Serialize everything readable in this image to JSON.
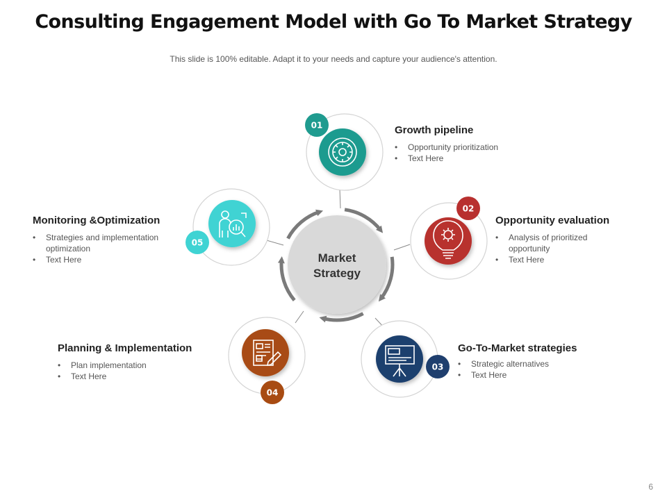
{
  "title": "Consulting Engagement Model with Go To Market Strategy",
  "subtitle": "This slide is 100% editable. Adapt it to your needs and capture your audience's attention.",
  "page_number": "6",
  "center": {
    "line1": "Market",
    "line2": "Strategy",
    "color": "#d9d9d9"
  },
  "steps": [
    {
      "number": "01",
      "heading": "Growth pipeline",
      "bullets": [
        "Opportunity prioritization",
        "Text Here"
      ],
      "color": "#1f9b8f",
      "icon": "gear-ring-icon"
    },
    {
      "number": "02",
      "heading": "Opportunity evaluation",
      "bullets": [
        "Analysis of prioritized opportunity",
        "Text Here"
      ],
      "color": "#b8302f",
      "icon": "lightbulb-gear-icon"
    },
    {
      "number": "03",
      "heading": "Go-To-Market strategies",
      "bullets": [
        "Strategic alternatives",
        "Text Here"
      ],
      "color": "#1f3f6e",
      "icon": "presentation-board-icon"
    },
    {
      "number": "04",
      "heading": "Planning & Implementation",
      "bullets": [
        "Plan implementation",
        "Text Here"
      ],
      "color": "#a84b12",
      "icon": "document-pen-icon"
    },
    {
      "number": "05",
      "heading": "Monitoring &Optimization",
      "bullets": [
        "Strategies and implementation optimization",
        "Text Here"
      ],
      "color": "#3fd3d3",
      "icon": "person-magnifier-icon"
    }
  ]
}
